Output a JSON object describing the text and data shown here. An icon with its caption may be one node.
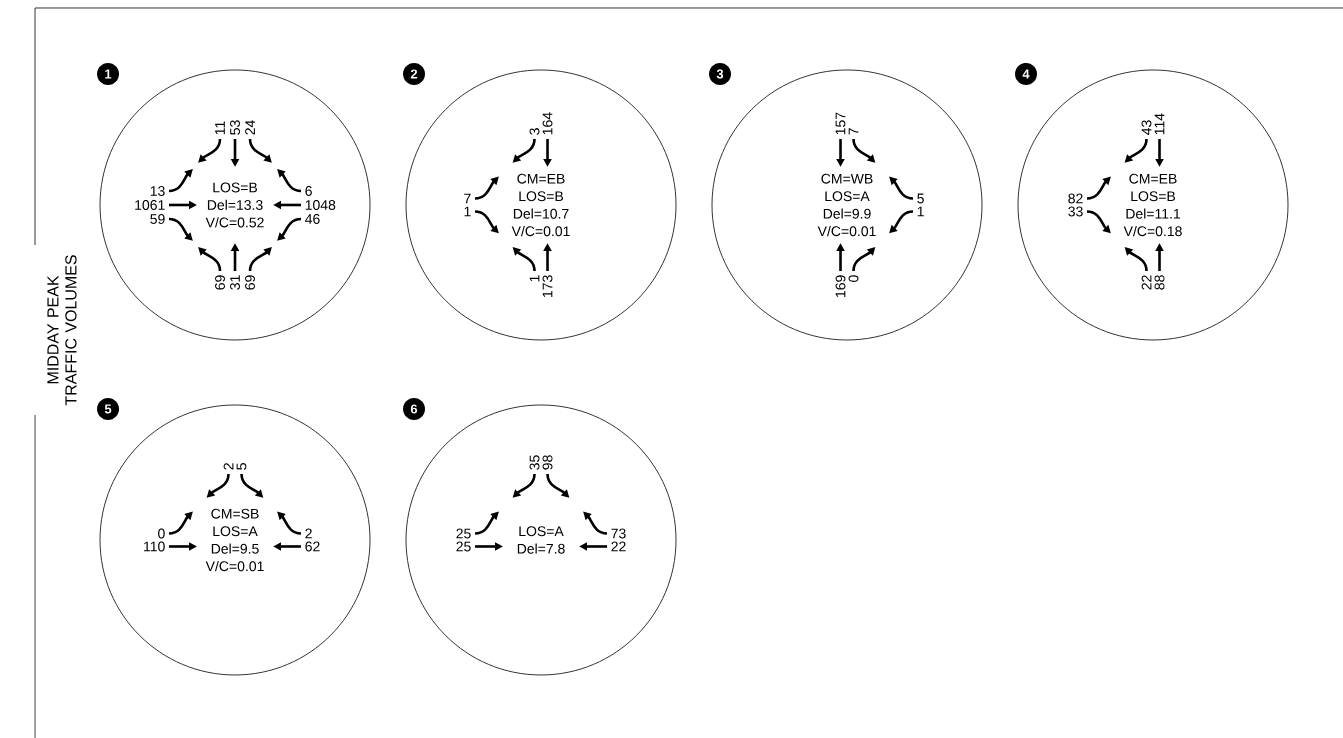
{
  "diagram": {
    "title": "MIDDAY PEAK TRAFFIC VOLUMES",
    "nodes": [
      {
        "text": [
          "1"
        ]
      },
      {
        "text": [
          "LOS=B",
          "Del=13.3",
          "V/C=0.52"
        ]
      },
      {
        "text": [
          "2"
        ]
      },
      {
        "text": [
          "CM=EB",
          "LOS=B",
          "Del=10.7",
          "V/C=0.01"
        ]
      },
      {
        "text": [
          "3"
        ]
      },
      {
        "text": [
          "CM=WB",
          "LOS=A",
          "Del=9.9",
          "V/C=0.01"
        ]
      },
      {
        "text": [
          "4"
        ]
      },
      {
        "text": [
          "CM=EB",
          "LOS=B",
          "Del=11.1",
          "V/C=0.18"
        ]
      },
      {
        "text": [
          "5"
        ]
      },
      {
        "text": [
          "CM=SB",
          "LOS=A",
          "Del=9.5",
          "V/C=0.01"
        ]
      },
      {
        "text": [
          "6"
        ]
      },
      {
        "text": [
          "LOS=A",
          "Del=7.8"
        ]
      }
    ],
    "labels": [
      "11",
      "53",
      "24",
      "13",
      "1061",
      "59",
      "6",
      "1048",
      "46",
      "69",
      "31",
      "69",
      "3",
      "164",
      "7",
      "1",
      "1",
      "173",
      "157",
      "7",
      "5",
      "1",
      "169",
      "0",
      "43",
      "114",
      "82",
      "33",
      "22",
      "88",
      "2",
      "5",
      "0",
      "110",
      "2",
      "62",
      "35",
      "98",
      "25",
      "25",
      "73",
      "22"
    ]
  }
}
